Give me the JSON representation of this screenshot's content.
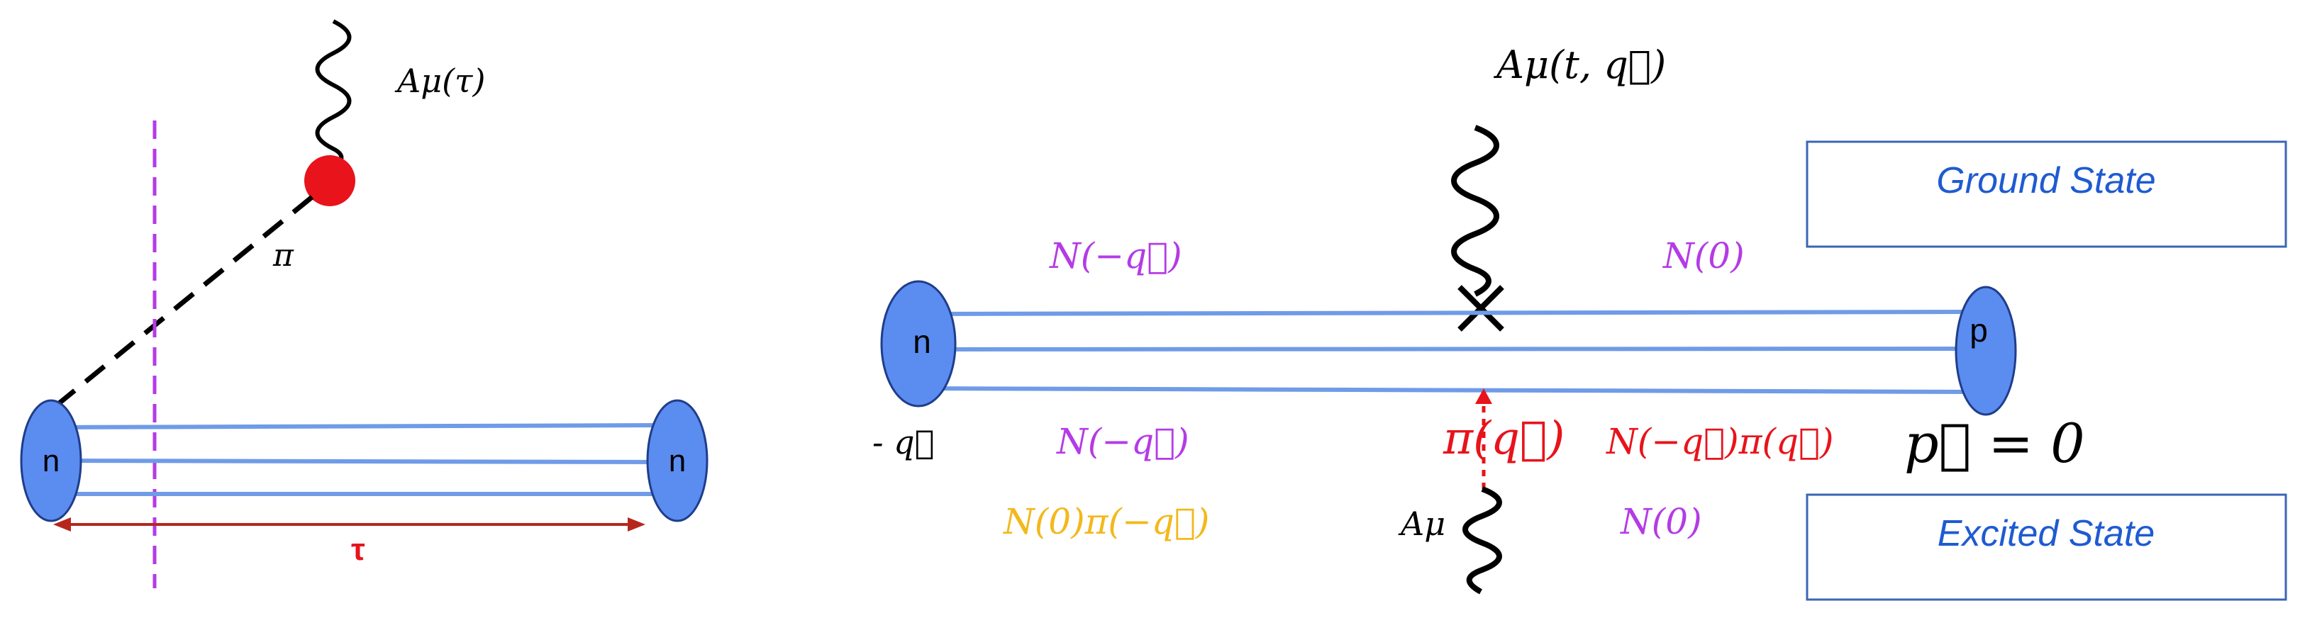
{
  "left_diagram": {
    "current_label": "Aμ(τ)",
    "pion_label": "π",
    "tau_label": "τ",
    "nucleon_left": "n",
    "nucleon_right": "n"
  },
  "right_diagram": {
    "current_top_label": "Aμ(t, q⃗)",
    "current_bottom_label": "Aμ",
    "nucleon_left": "n",
    "nucleon_right": "p",
    "momentum_left": "- q⃗",
    "momentum_right": "p⃗ = 0",
    "upper_left_state": "N(−q⃗)",
    "upper_right_state": "N(0)",
    "lower_left_state": "N(−q⃗)",
    "lower_left_state2": "N(0)π(−q⃗)",
    "pion_label": "π(q⃗)",
    "lower_right_state": "N(−q⃗)π(q⃗)",
    "lower_right_state2": "N(0)",
    "ground_state_box": "Ground State",
    "excited_state_box": "Excited State"
  },
  "colors": {
    "nucleon_fill": "#5b8cf0",
    "quark_line": "#6f9be8",
    "violet": "#b43be6",
    "dashed_cut": "#b43be6",
    "red": "#e8131b",
    "gold": "#f2b81c",
    "box_border": "#3a66b5",
    "box_text": "#1f5bd1",
    "arrow_tau": "#b5271d"
  }
}
